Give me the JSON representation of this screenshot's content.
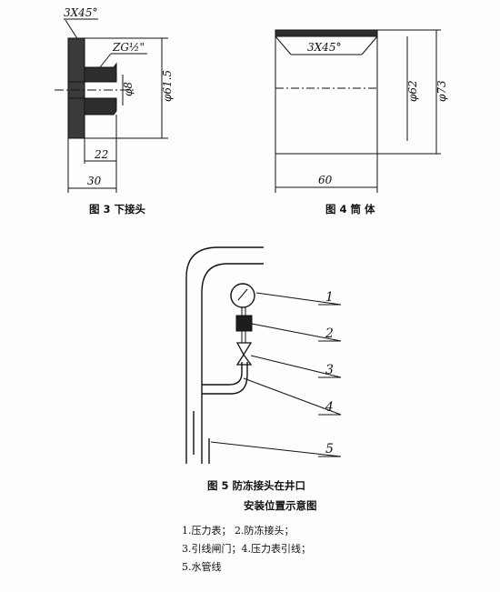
{
  "figure3": {
    "chamfer": "3X45°",
    "thread": "ZG½\"",
    "bore": "φ8",
    "outer_dia": "φ61.5",
    "len_inner": "22",
    "len_total": "30",
    "caption": "图 3  下接头"
  },
  "figure4": {
    "chamfer": "3X45°",
    "inner_dia": "φ62",
    "outer_dia": "φ73",
    "length": "60",
    "caption": "图 4  筒  体"
  },
  "figure5": {
    "callouts": [
      "1",
      "2",
      "3",
      "4",
      "5"
    ],
    "caption_line1": "图 5  防冻接头在井口",
    "caption_line2": "安装位置示意图",
    "legend_line1": "1.压力表；   2.防冻接头；",
    "legend_line2": "3.引线闸门；4.压力表引线；",
    "legend_line3": "5.水管线"
  }
}
